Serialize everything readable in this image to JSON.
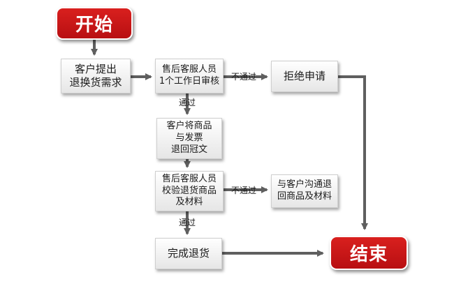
{
  "nodes": {
    "start": "开始",
    "customer_request": "客户提出\n退换货需求",
    "cs_review": "售后客服人员\n1个工作日审核",
    "reject": "拒绝申请",
    "customer_send": "客户将商品\n与发票\n退回冠文",
    "cs_verify": "售后客服人员\n校验退货商品\n及材料",
    "contact_customer": "与客户沟通退\n回商品及材料",
    "complete_return": "完成退货",
    "end": "结束"
  },
  "edge_labels": {
    "review_fail": "不通过",
    "review_pass": "通过",
    "verify_fail": "不通过",
    "verify_pass": "通过"
  },
  "colors": {
    "terminal_red": "#c8161a",
    "line_gray": "#5f5f5f"
  }
}
